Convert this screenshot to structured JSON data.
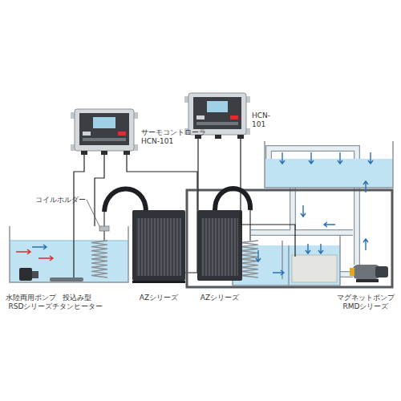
{
  "diagram": {
    "labels": [
      "サーモコントローラ HCN-101",
      "HCN-101",
      "コイルホルダー",
      "水陸両用ポンプ RSDシリーズ",
      "投込み型 チタンヒーター",
      "AZシリーズ",
      "AZシリーズ",
      "マグネットポンプ RMDシリーズ"
    ]
  }
}
